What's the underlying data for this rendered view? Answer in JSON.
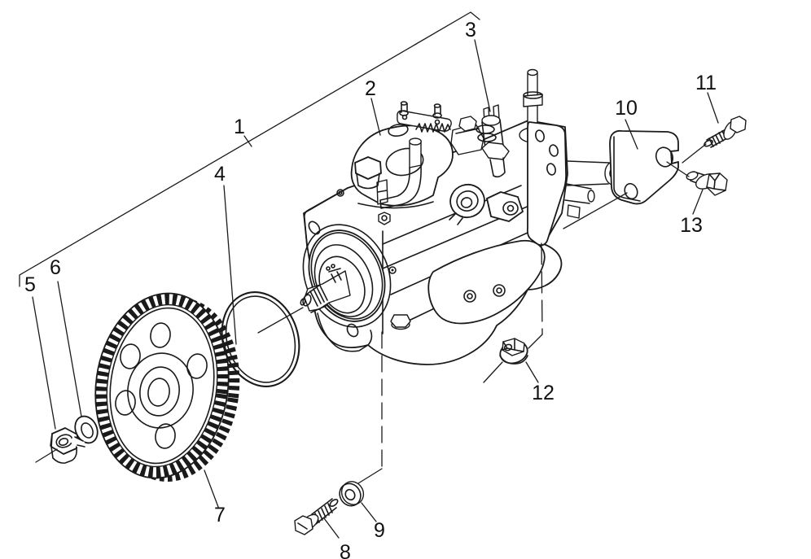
{
  "diagram": {
    "background": "#ffffff",
    "line_color": "#1a1a1a",
    "callouts": {
      "c1": "1",
      "c2": "2",
      "c3": "3",
      "c4": "4",
      "c5": "5",
      "c6": "6",
      "c7": "7",
      "c8": "8",
      "c9": "9",
      "c10": "10",
      "c11": "11",
      "c12": "12",
      "c13": "13"
    }
  }
}
